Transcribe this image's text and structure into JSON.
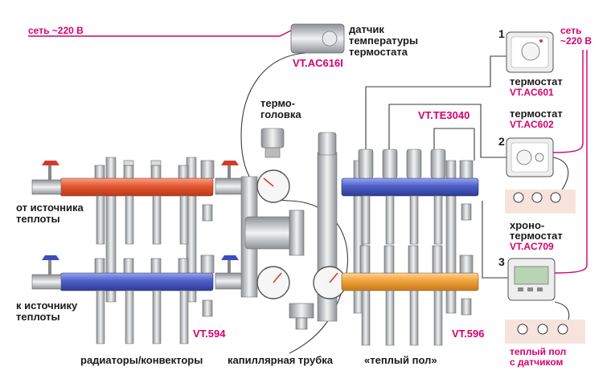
{
  "labels": {
    "mains_left": "сеть ~220 В",
    "sensor_caption_1": "датчик",
    "sensor_caption_2": "температуры",
    "sensor_caption_3": "термостата",
    "sensor_code": "VT.AC616I",
    "thermohead_1": "термо-",
    "thermohead_2": "головка",
    "actuator_code": "VT.TE3040",
    "supply_1": "от источника",
    "supply_2": "теплоты",
    "return_1": "к источнику",
    "return_2": "теплоты",
    "left_manifold_code": "VT.594",
    "right_manifold_code": "VT.596",
    "radiators": "радиаторы/конвекторы",
    "capillary": "капиллярная трубка",
    "floor_heating": "«теплый пол»",
    "mains_right_1": "сеть",
    "mains_right_2": "~220 В",
    "num_1": "1",
    "num_2": "2",
    "num_3": "3",
    "thermostat_1_name": "термостат",
    "thermostat_1_code": "VT.AC601",
    "thermostat_2_name": "термостат",
    "thermostat_2_code": "VT.AC602",
    "chrono_1": "хроно-",
    "chrono_2": "термостат",
    "chrono_code": "VT.AC709",
    "floor_sensor_1": "теплый пол",
    "floor_sensor_2": "с датчиком"
  },
  "colors": {
    "supply_pipe": "#e4562f",
    "return_pipe": "#4d5fc8",
    "floor_return_pipe": "#f0a23a",
    "floor_supply_pipe": "#4d5fc8",
    "accent_code": "#d6006e",
    "wire": "#d6006e",
    "metal": "#c9ccd0",
    "floor_slab": "#f6e4dc"
  },
  "icons": {
    "thermostat_1": "analog-thermostat-icon",
    "thermostat_2": "dial-thermostat-icon",
    "chrono": "programmable-thermostat-icon",
    "sensor": "temperature-sensor-icon",
    "pump": "circulation-pump-icon"
  }
}
